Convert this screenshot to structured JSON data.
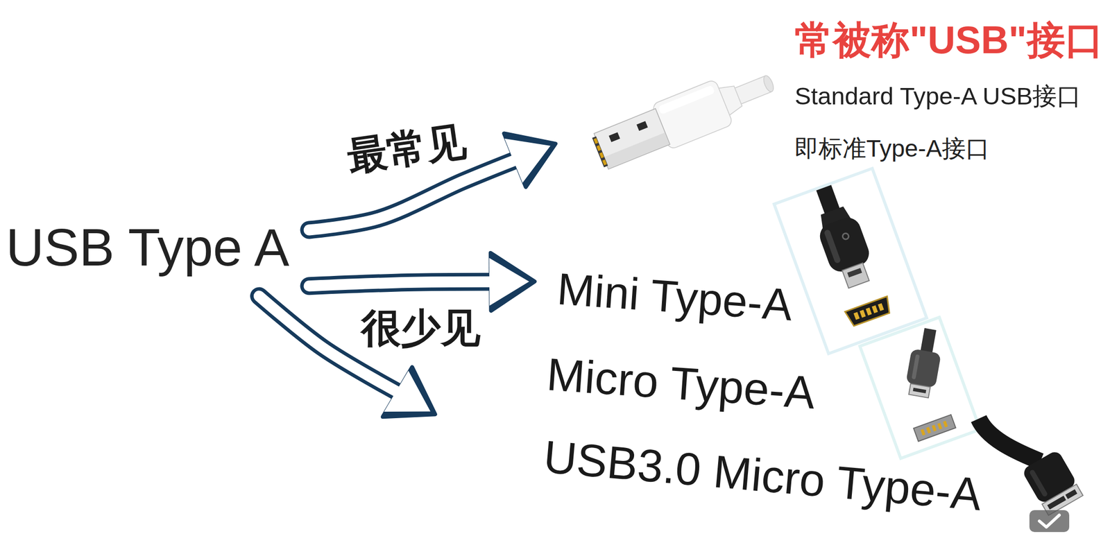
{
  "diagram": {
    "nodes": [
      {
        "text": [
          "USB Type A"
        ]
      },
      {
        "text": [
          "常被称\"USB\"接口",
          "Standard Type-A USB接口",
          "即标准Type-A接口"
        ]
      },
      {
        "text": [
          "Mini Type-A"
        ]
      },
      {
        "text": [
          "Micro Type-A"
        ]
      },
      {
        "text": [
          "USB3.0 Micro Type-A"
        ]
      }
    ],
    "edges": [
      {
        "from": 0,
        "to": 1,
        "arrow": "to",
        "label": "最常见"
      },
      {
        "from": 0,
        "to": 2,
        "arrow": "to"
      },
      {
        "from": 0,
        "to": 3,
        "arrow": "to"
      }
    ],
    "labels": [
      "很少见"
    ]
  }
}
